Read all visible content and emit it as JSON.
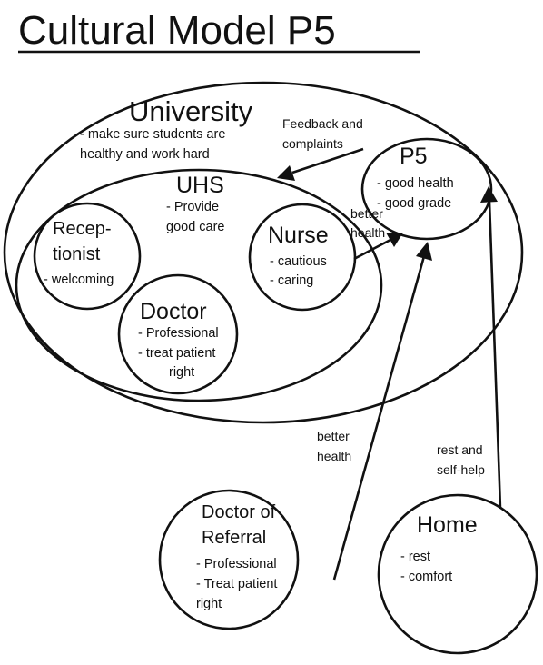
{
  "title": "Cultural Model P5",
  "university": {
    "label": "University",
    "notes": [
      "- make sure students are",
      "healthy and work hard"
    ]
  },
  "uhs": {
    "label": "UHS",
    "notes": [
      "- Provide",
      "good care"
    ]
  },
  "receptionist": {
    "label": [
      "Recep-",
      "tionist"
    ],
    "notes": [
      "- welcoming"
    ]
  },
  "nurse": {
    "label": "Nurse",
    "notes": [
      "- cautious",
      "- caring"
    ]
  },
  "doctor": {
    "label": "Doctor",
    "notes": [
      "- Professional",
      "- treat patient",
      "right"
    ]
  },
  "p5": {
    "label": "P5",
    "notes": [
      "- good health",
      "- good grade"
    ]
  },
  "doctor_of_referral": {
    "label": [
      "Doctor of",
      "Referral"
    ],
    "notes": [
      "- Professional",
      "- Treat patient",
      "right"
    ]
  },
  "home": {
    "label": "Home",
    "notes": [
      "- rest",
      "- comfort"
    ]
  },
  "arrows": {
    "feedback": [
      "Feedback and",
      "complaints"
    ],
    "nurse_to_p5": [
      "better",
      "health"
    ],
    "referral_to_p5": [
      "better",
      "health"
    ],
    "home_to_p5": [
      "rest and",
      "self-help"
    ]
  }
}
